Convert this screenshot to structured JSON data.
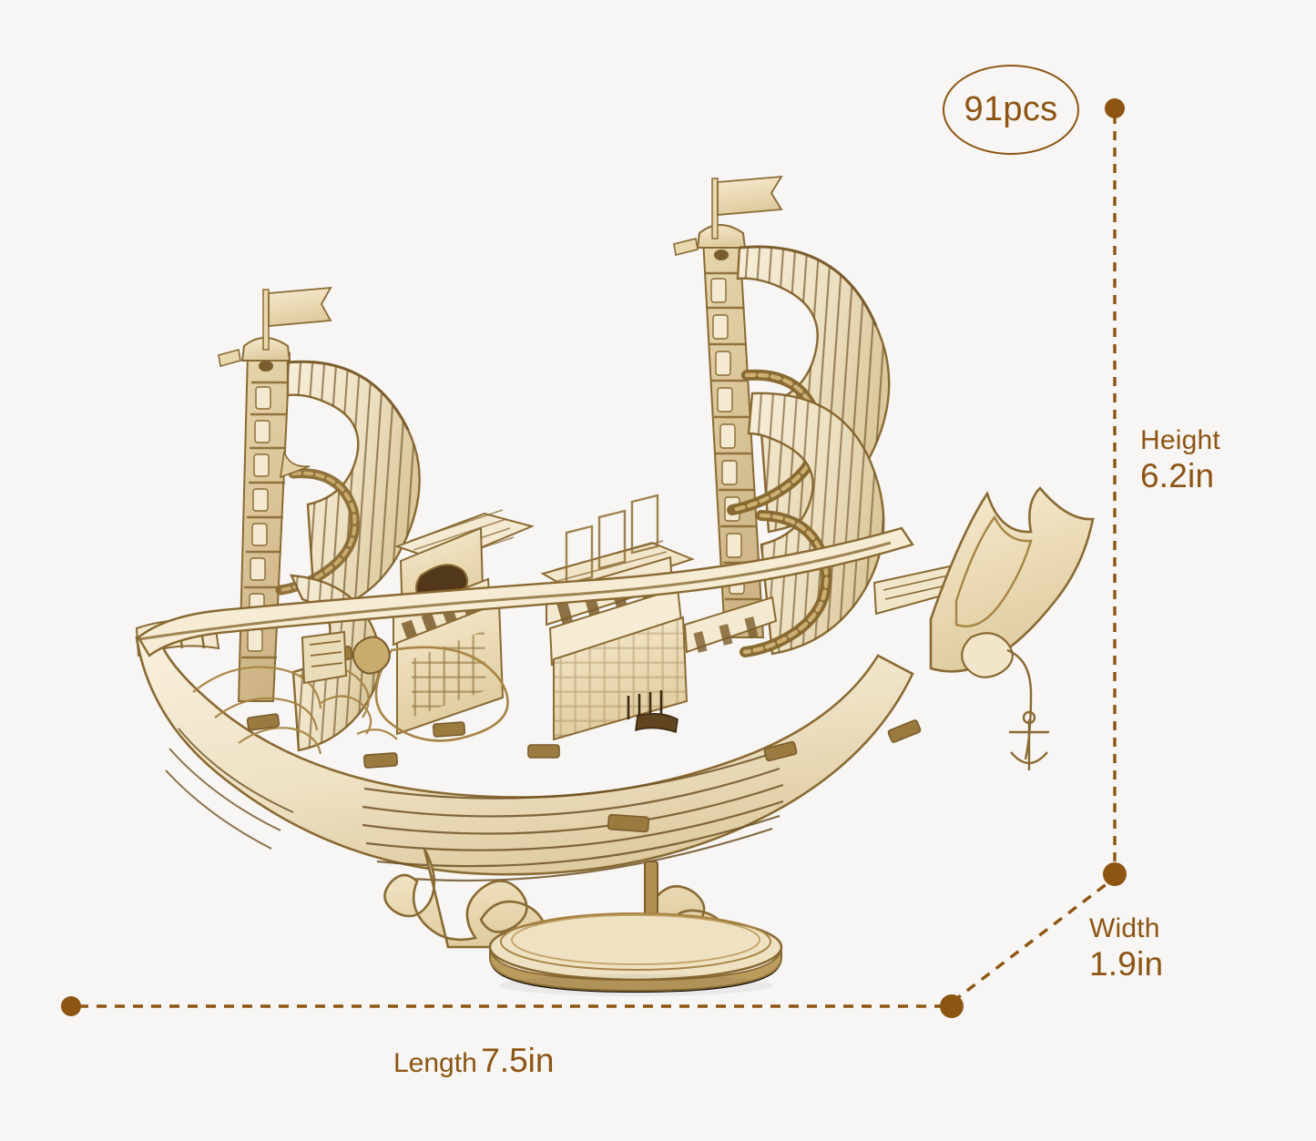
{
  "background_color": "#f7f6f4",
  "accent_color": "#8d5412",
  "badge": {
    "name": "pieces-count-badge",
    "text": "91pcs",
    "shape": "ellipse",
    "border_color": "#8d5412"
  },
  "dimensions": {
    "height": {
      "name": "Height",
      "value": "6.2in"
    },
    "width": {
      "name": "Width",
      "value": "1.9in"
    },
    "length": {
      "name": "Length",
      "value": "7.5in"
    }
  },
  "product": {
    "type": "wooden-3d-puzzle-sailing-ship-model",
    "material_tone": "#e8d9b2",
    "edge_tone": "#8a6a33",
    "parts": [
      "foremast",
      "mainmast",
      "fore-flag",
      "main-flag",
      "fore-sail-upper",
      "fore-sail-lower",
      "main-sail-upper",
      "main-sail-lower",
      "hull",
      "bow-ornament",
      "anchor",
      "deck-pavilion-fore",
      "deck-pavilion-aft",
      "railings",
      "display-stand",
      "oval-base"
    ]
  }
}
